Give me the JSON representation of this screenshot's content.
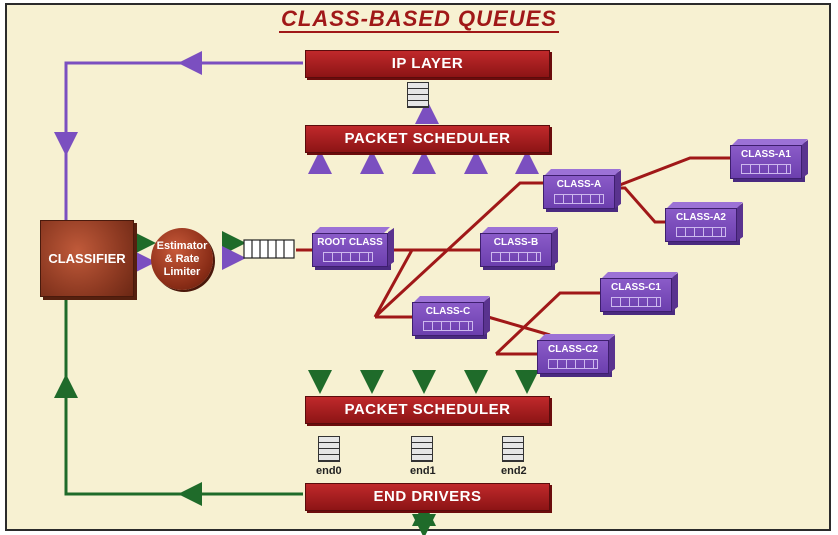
{
  "title": "CLASS-BASED QUEUES",
  "ip_layer": "IP LAYER",
  "packet_scheduler_top": "PACKET SCHEDULER",
  "packet_scheduler_bottom": "PACKET SCHEDULER",
  "end_drivers": "END DRIVERS",
  "classifier": "CLASSIFIER",
  "estimator": {
    "line1": "Estimator",
    "line2": "& Rate",
    "line3": "Limiter"
  },
  "classes": {
    "root": "ROOT CLASS",
    "a": "CLASS-A",
    "a1": "CLASS-A1",
    "a2": "CLASS-A2",
    "b": "CLASS-B",
    "c": "CLASS-C",
    "c1": "CLASS-C1",
    "c2": "CLASS-C2"
  },
  "queues": {
    "end0": "end0",
    "end1": "end1",
    "end2": "end2"
  },
  "colors": {
    "purple_flow": "#7b4fc0",
    "green_flow": "#1f6b2a",
    "red_link": "#a01818"
  }
}
